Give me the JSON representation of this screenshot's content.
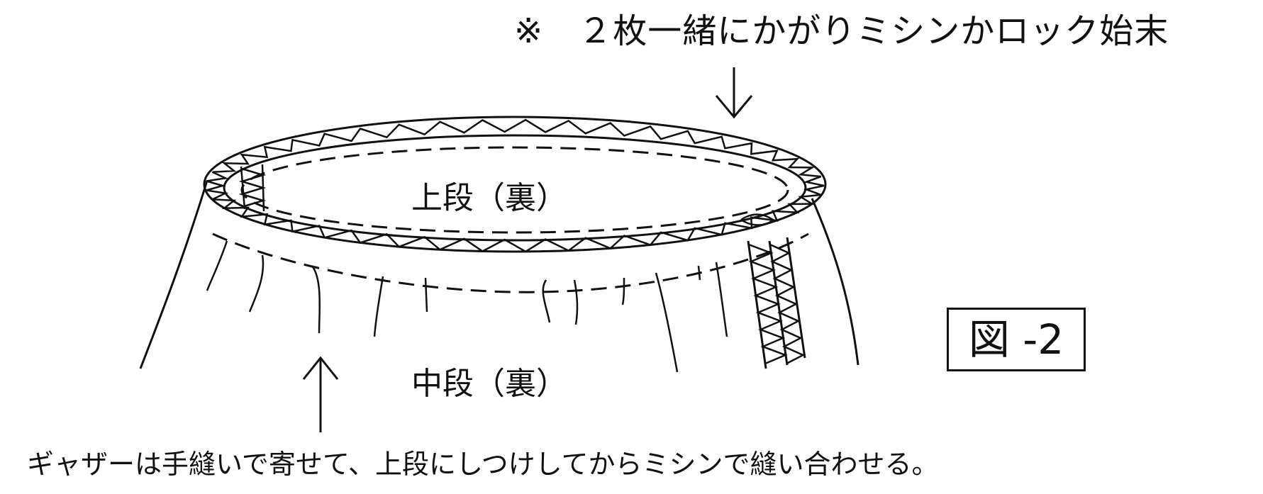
{
  "notes": {
    "top": "※　２枚一緒にかがりミシンかロック始末",
    "bottom": "ギャザーは手縫いで寄せて、上段にしつけしてからミシンで縫い合わせる。"
  },
  "labels": {
    "upper_tier": "上段（裏）",
    "middle_tier": "中段（裏）"
  },
  "figure_label": "図 -2",
  "icons": {
    "down_arrow": "down-arrow-icon",
    "up_arrow": "up-arrow-icon"
  },
  "colors": {
    "ink": "#111111",
    "background": "#ffffff"
  }
}
